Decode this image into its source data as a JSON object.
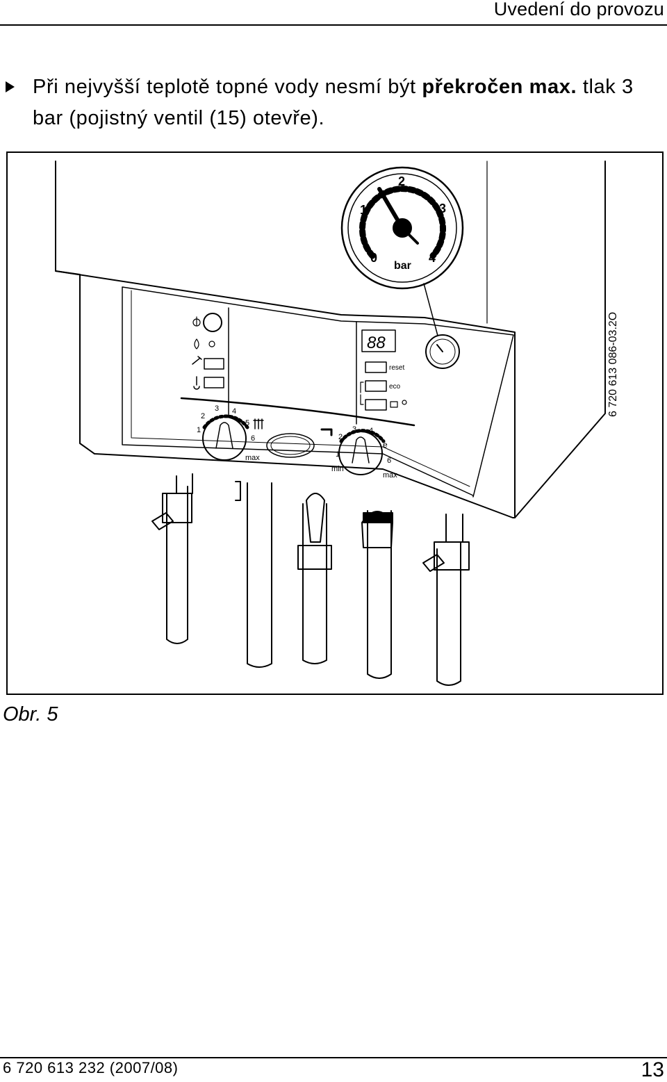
{
  "header": {
    "title": "Uvedení do provozu"
  },
  "instruction": {
    "text_before": "Při nejvyšší teplotě topné vody nesmí být ",
    "text_bold": "překročen max.",
    "text_after": " tlak 3 bar (pojistný ventil (15) otevře)."
  },
  "figure": {
    "caption": "Obr. 5",
    "code": "6 720 613 086-03.2O",
    "gauge": {
      "unit": "bar",
      "ticks": [
        "0",
        "1",
        "2",
        "3",
        "4"
      ]
    },
    "panel": {
      "button_labels": [
        "reset",
        "eco"
      ],
      "display": "88",
      "heating_dial": {
        "numbers": [
          "1",
          "2",
          "3",
          "4",
          "5",
          "6"
        ],
        "max_label": "max"
      },
      "water_dial": {
        "numbers": [
          "1",
          "2",
          "3",
          "4",
          "6"
        ],
        "min_label": "min",
        "max_label": "max",
        "eco_symbol": "e"
      }
    }
  },
  "footer": {
    "doc_id": "6 720 613 232 (2007/08)",
    "page_number": "13"
  }
}
